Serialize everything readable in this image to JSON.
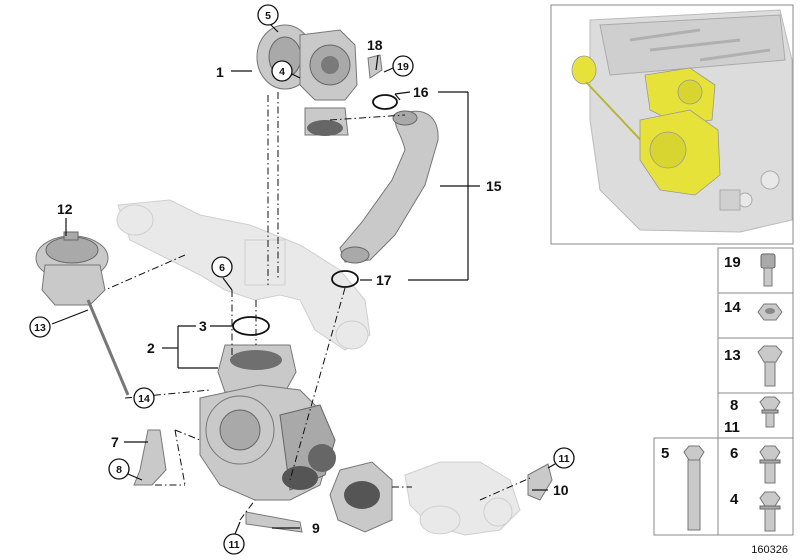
{
  "diagram": {
    "part_labels": {
      "p1": "1",
      "p2": "2",
      "p3": "3",
      "p4": "4",
      "p5": "5",
      "p6": "6",
      "p7": "7",
      "p8": "8",
      "p9": "9",
      "p10": "10",
      "p11a": "11",
      "p11b": "11",
      "p12": "12",
      "p13": "13",
      "p14": "14",
      "p15": "15",
      "p16": "16",
      "p17": "17",
      "p18": "18",
      "p19": "19"
    },
    "legend": {
      "items": [
        {
          "label": "19",
          "part": "socket-head-screw"
        },
        {
          "label": "14",
          "part": "hex-nut"
        },
        {
          "label": "13",
          "part": "hex-bolt"
        },
        {
          "label": "8",
          "label2": "11",
          "part": "short-bolt"
        },
        {
          "label": "5",
          "part": "stud-bolt"
        },
        {
          "label": "6",
          "part": "flange-bolt"
        },
        {
          "label": "4",
          "part": "collar-bolt"
        }
      ]
    },
    "inset": {
      "highlight_color": "#e6e23a"
    },
    "diagram_number": "160326"
  },
  "colors": {
    "metal": "#c9c9c9",
    "ghost": "#e9e9e9",
    "ink": "#111111",
    "highlight": "#e6e23a"
  }
}
